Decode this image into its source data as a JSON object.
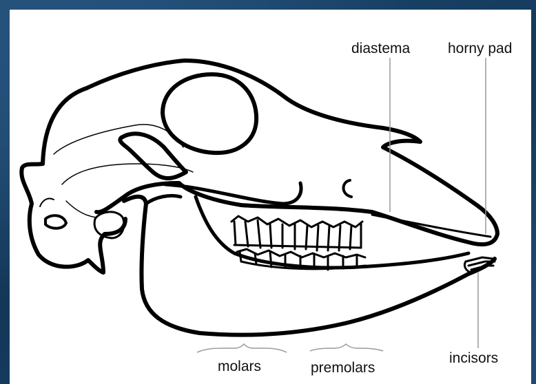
{
  "labels": {
    "diastema": "diastema",
    "horny_pad": "horny pad",
    "molars": "molars",
    "premolars": "premolars",
    "incisors": "incisors"
  },
  "colors": {
    "background": "#143a5e",
    "panel": "#ffffff",
    "outline": "#000000",
    "leader_line": "#999999"
  }
}
